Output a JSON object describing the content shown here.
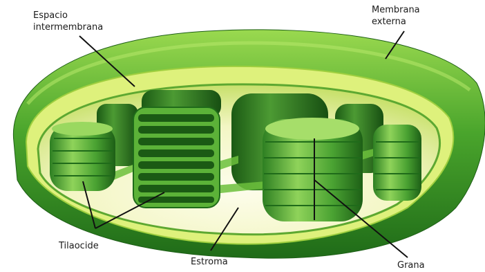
{
  "labels": {
    "espacio_line1": "Espacio",
    "espacio_line2": "intermembrana",
    "membrana_line1": "Membrana",
    "membrana_line2": "externa",
    "tilaocide": "Tilaocide",
    "estroma": "Estroma",
    "grana": "Grana"
  },
  "colors": {
    "outer_membrane": "#3f9a2a",
    "outer_membrane_light": "#8fd14f",
    "intermembrane_space": "#dff07a",
    "stroma": "#fbfbe0",
    "grana_dark": "#1f6b1a",
    "grana_light": "#6fc244"
  }
}
